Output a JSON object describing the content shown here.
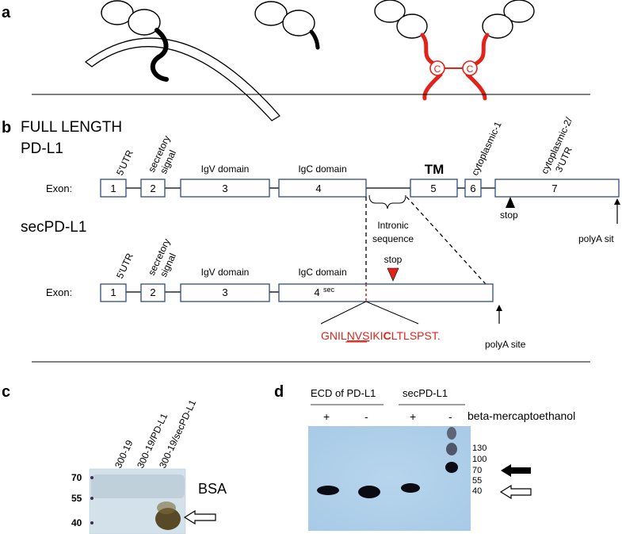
{
  "panel_a": {
    "label": "a",
    "cys_label": "C"
  },
  "panel_b": {
    "label": "b",
    "full_length_title_1": "FULL LENGTH",
    "full_length_title_2": "PD-L1",
    "sec_title": "secPD-L1",
    "exon_label": "Exon:",
    "domain_labels": {
      "utr5": "5'UTR",
      "secretory_1": "secretory",
      "secretory_2": "signal",
      "igv": "IgV domain",
      "igc": "IgC domain",
      "tm": "TM",
      "cyto1": "cytoplasmic-1",
      "cyto2_1": "cytoplasmic-2/",
      "cyto2_2": "3'UTR"
    },
    "full_exons": [
      "1",
      "2",
      "3",
      "4",
      "5",
      "6",
      "7"
    ],
    "sec_exons": [
      "1",
      "2",
      "3",
      "4"
    ],
    "sec_superscript": "sec",
    "stop_label": "stop",
    "polya_full": "polyA sit",
    "polya_sec": "polyA site",
    "intronic_1": "Intronic",
    "intronic_2": "sequence",
    "peptide": {
      "p1": "GNIL",
      "p2": "NVS",
      "p3": "IKI",
      "p4": "C",
      "p5": "LTLSPST."
    }
  },
  "panel_c": {
    "label": "c",
    "lanes": [
      "300-19",
      "300-19/PD-L1",
      "300-19/secPD-L1"
    ],
    "mw_markers": [
      "70",
      "55",
      "40"
    ],
    "band_label": "BSA"
  },
  "panel_d": {
    "label": "d",
    "group_1": "ECD of PD-L1",
    "group_2": "secPD-L1",
    "treatments": [
      "+",
      "-",
      "+",
      "-"
    ],
    "treatment_label": "beta-mercaptoethanol",
    "mw_markers": [
      "130",
      "100",
      "70",
      "55",
      "40"
    ]
  },
  "colors": {
    "exon_border": "#2f4a86",
    "red": "#e2231a",
    "blot_blue": "#9cc8ee"
  }
}
